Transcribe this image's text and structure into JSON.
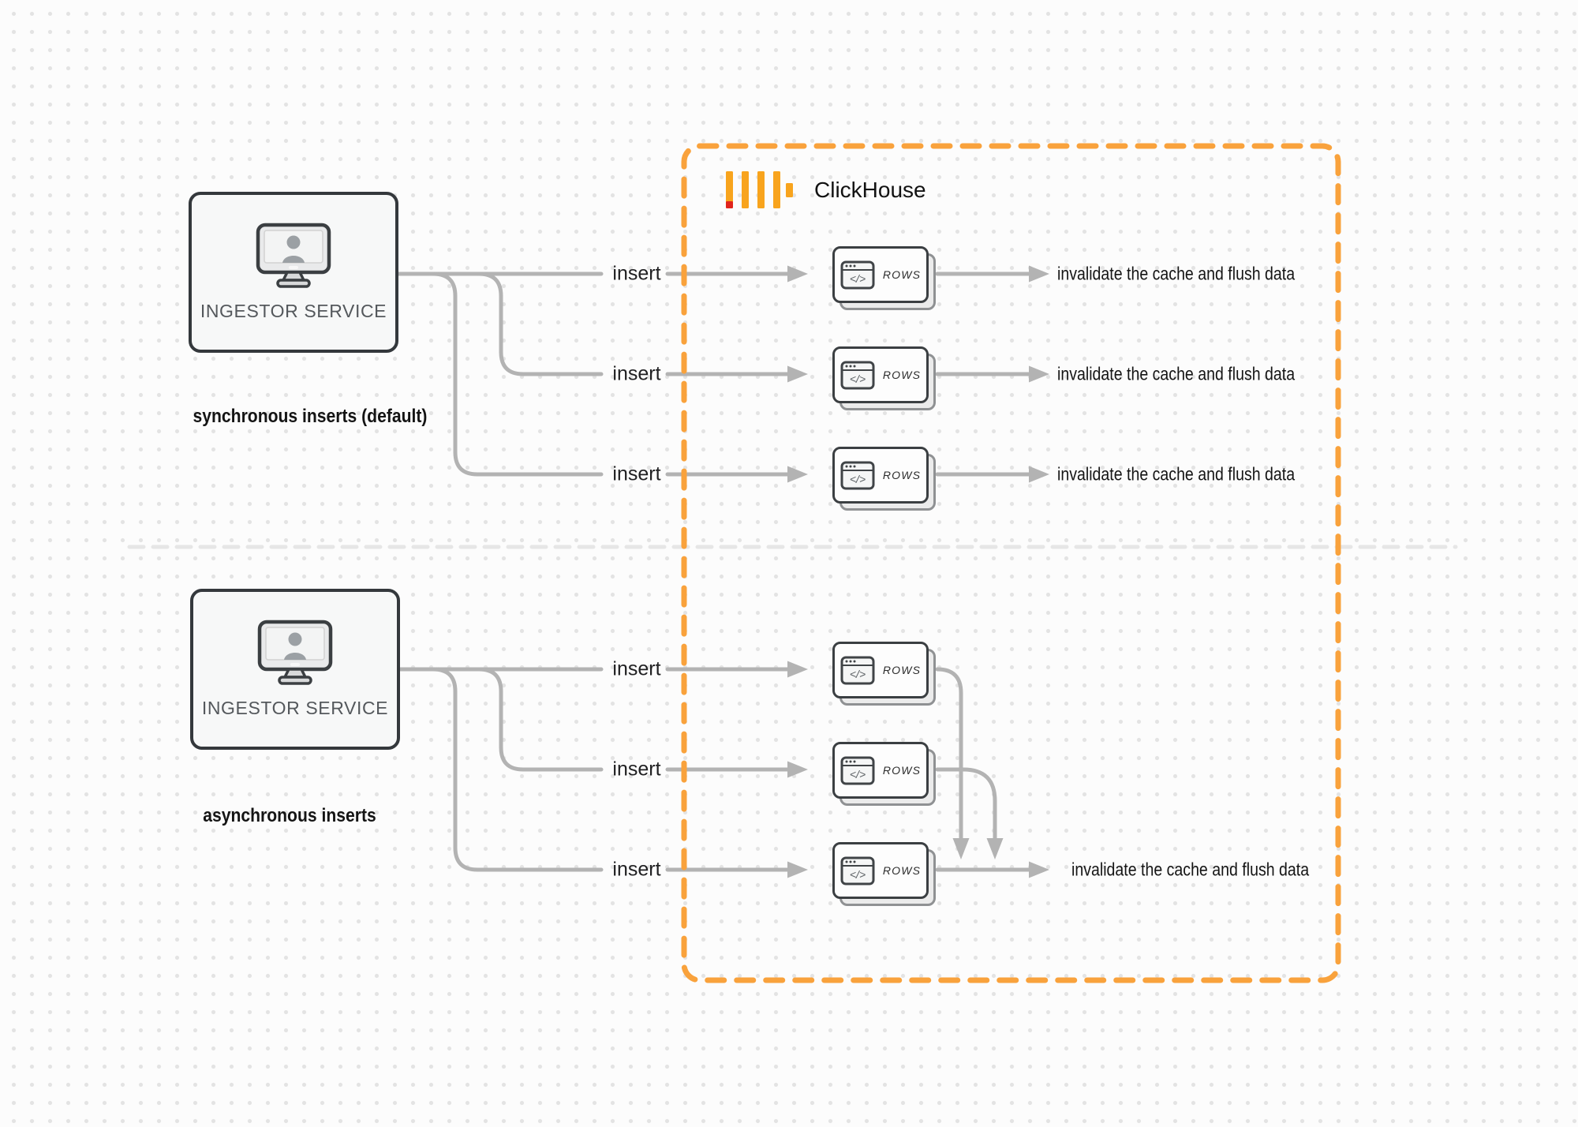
{
  "palette": {
    "boundary_orange": "#F9A23C",
    "logo_amber": "#F8A41D",
    "logo_red": "#E0241C",
    "wire_gray": "#B3B3B3",
    "divider_gray": "#E6E6E6",
    "ink": "#1A1A1A"
  },
  "clickhouse": {
    "wordmark": "ClickHouse"
  },
  "sync": {
    "service_label": "INGESTOR SERVICE",
    "caption": "synchronous inserts (default)",
    "rows": [
      {
        "insert": "insert",
        "node": "ROWS",
        "node_glyph": "</>",
        "result": "invalidate the cache and flush data"
      },
      {
        "insert": "insert",
        "node": "ROWS",
        "node_glyph": "</>",
        "result": "invalidate the cache and flush data"
      },
      {
        "insert": "insert",
        "node": "ROWS",
        "node_glyph": "</>",
        "result": "invalidate the cache and flush data"
      }
    ]
  },
  "async": {
    "service_label": "INGESTOR SERVICE",
    "caption": "asynchronous inserts",
    "rows": [
      {
        "insert": "insert",
        "node": "ROWS",
        "node_glyph": "</>"
      },
      {
        "insert": "insert",
        "node": "ROWS",
        "node_glyph": "</>"
      },
      {
        "insert": "insert",
        "node": "ROWS",
        "node_glyph": "</>"
      }
    ],
    "result": "invalidate the cache and flush data"
  }
}
